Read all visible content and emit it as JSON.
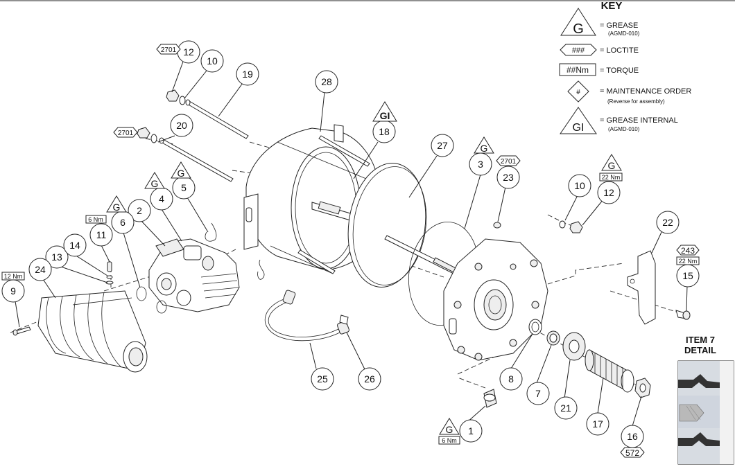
{
  "key": {
    "title": "KEY",
    "grease": {
      "symbol": "G",
      "label": "= GREASE",
      "sub": "(AGMD-010)"
    },
    "loctite": {
      "symbol": "###",
      "label": "= LOCTITE"
    },
    "torque": {
      "symbol": "##Nm",
      "label": "= TORQUE"
    },
    "maintenance": {
      "symbol": "#",
      "label": "= MAINTENANCE ORDER",
      "sub": "(Reverse for assembly)"
    },
    "grease_internal": {
      "symbol": "GI",
      "label": "= GREASE INTERNAL",
      "sub": "(AGMD-010)"
    }
  },
  "detail": {
    "title_line1": "ITEM 7",
    "title_line2": "DETAIL"
  },
  "callouts": [
    {
      "id": "c1",
      "label": "1"
    },
    {
      "id": "c2",
      "label": "2"
    },
    {
      "id": "c3",
      "label": "3"
    },
    {
      "id": "c4",
      "label": "4"
    },
    {
      "id": "c5",
      "label": "5"
    },
    {
      "id": "c6",
      "label": "6"
    },
    {
      "id": "c7",
      "label": "7"
    },
    {
      "id": "c8",
      "label": "8"
    },
    {
      "id": "c9",
      "label": "9"
    },
    {
      "id": "c10a",
      "label": "10"
    },
    {
      "id": "c10b",
      "label": "10"
    },
    {
      "id": "c11",
      "label": "11"
    },
    {
      "id": "c12a",
      "label": "12"
    },
    {
      "id": "c12b",
      "label": "12"
    },
    {
      "id": "c13",
      "label": "13"
    },
    {
      "id": "c14",
      "label": "14"
    },
    {
      "id": "c15",
      "label": "15"
    },
    {
      "id": "c16",
      "label": "16"
    },
    {
      "id": "c17",
      "label": "17"
    },
    {
      "id": "c18",
      "label": "18"
    },
    {
      "id": "c19",
      "label": "19"
    },
    {
      "id": "c20",
      "label": "20"
    },
    {
      "id": "c21",
      "label": "21"
    },
    {
      "id": "c22",
      "label": "22"
    },
    {
      "id": "c23",
      "label": "23"
    },
    {
      "id": "c24",
      "label": "24"
    },
    {
      "id": "c25",
      "label": "25"
    },
    {
      "id": "c26",
      "label": "26"
    },
    {
      "id": "c27",
      "label": "27"
    },
    {
      "id": "c28",
      "label": "28"
    }
  ],
  "symbols": {
    "loctite_2701_top": "2701",
    "loctite_2701_mid": "2701",
    "loctite_2701_right": "2701",
    "loctite_243": "243",
    "loctite_572": "572",
    "torque_12nm": "12 Nm",
    "torque_6nm_left": "6 Nm",
    "torque_6nm_bottom": "6 Nm",
    "torque_22nm_a": "22 Nm",
    "torque_22nm_b": "22 Nm",
    "grease": "G",
    "grease_internal": "GI"
  }
}
